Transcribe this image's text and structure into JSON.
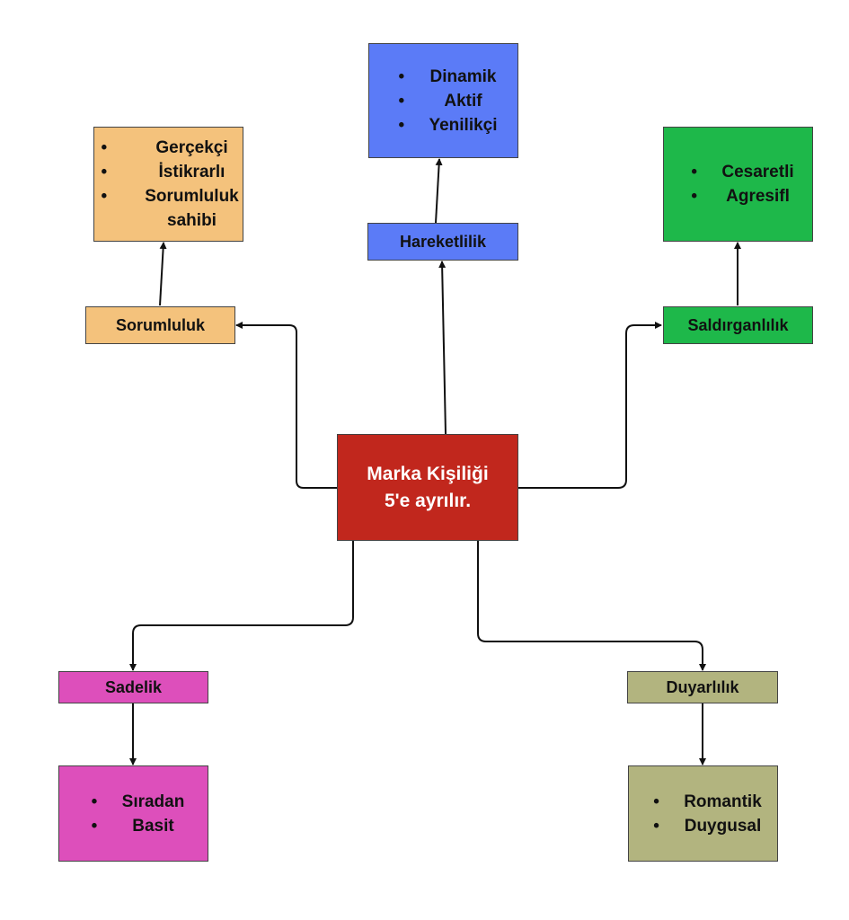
{
  "center": {
    "line1": "Marka Kişiliği",
    "line2": "5'e ayrılır."
  },
  "nodes": {
    "sorumluluk": {
      "label": "Sorumluluk",
      "items": [
        "Gerçekçi",
        "İstikrarlı",
        "Sorumluluk sahibi"
      ]
    },
    "hareketlilik": {
      "label": "Hareketlilik",
      "items": [
        "Dinamik",
        "Aktif",
        "Yenilikçi"
      ]
    },
    "saldirganlik": {
      "label": "Saldırganlılık",
      "items": [
        "Cesaretli",
        "Agresifl"
      ]
    },
    "sadelik": {
      "label": "Sadelik",
      "items": [
        "Sıradan",
        "Basit"
      ]
    },
    "duyarlilik": {
      "label": "Duyarlılık",
      "items": [
        "Romantik",
        "Duygusal"
      ]
    }
  },
  "colors": {
    "center": "#c1271d",
    "sorumluluk": "#f4c27c",
    "hareketlilik": "#5b7bf7",
    "saldirganlik": "#1eb84a",
    "sadelik": "#dd4fbb",
    "duyarlilik": "#b2b47f",
    "connector": "#111111"
  }
}
